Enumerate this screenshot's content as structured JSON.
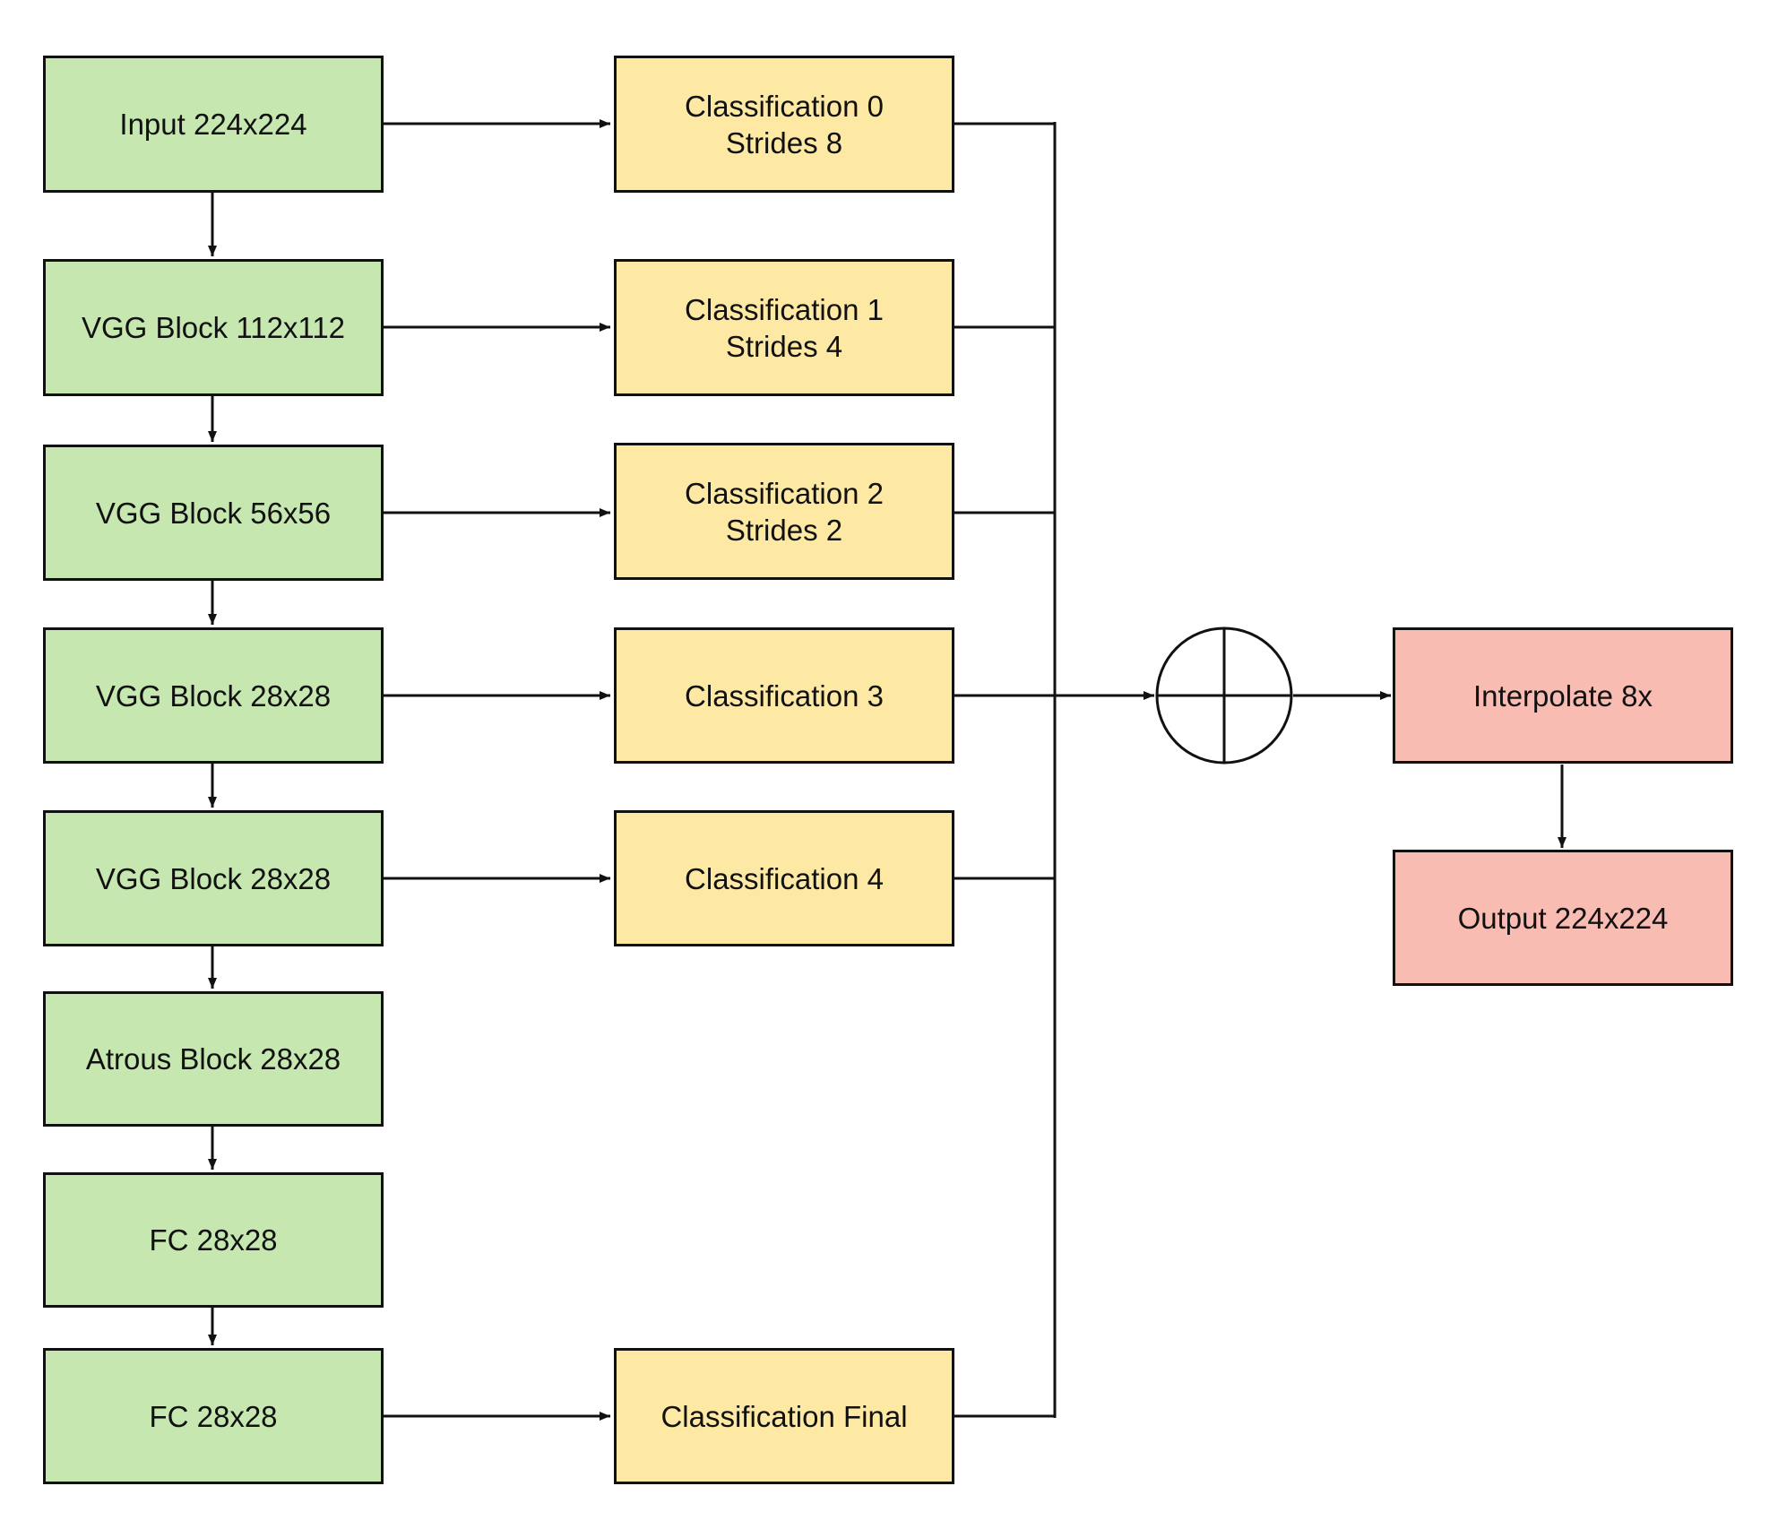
{
  "colors": {
    "encoder": "#c6e7b0",
    "classifier": "#fde9a4",
    "output": "#f9bcb2",
    "stroke": "#111111"
  },
  "encoder": [
    {
      "label": "Input 224x224"
    },
    {
      "label": "VGG Block 112x112"
    },
    {
      "label": "VGG Block 56x56"
    },
    {
      "label": "VGG Block 28x28"
    },
    {
      "label": "VGG Block 28x28"
    },
    {
      "label": "Atrous Block 28x28"
    },
    {
      "label": "FC 28x28"
    },
    {
      "label": "FC 28x28"
    }
  ],
  "classifiers": [
    {
      "line1": "Classification 0",
      "line2": "Strides 8"
    },
    {
      "line1": "Classification 1",
      "line2": "Strides 4"
    },
    {
      "line1": "Classification 2",
      "line2": "Strides 2"
    },
    {
      "line1": "Classification 3",
      "line2": ""
    },
    {
      "line1": "Classification 4",
      "line2": ""
    },
    {
      "line1": "Classification Final",
      "line2": ""
    }
  ],
  "sum_node": {
    "symbol": "circled-plus"
  },
  "outputs": [
    {
      "label": "Interpolate 8x"
    },
    {
      "label": "Output 224x224"
    }
  ]
}
